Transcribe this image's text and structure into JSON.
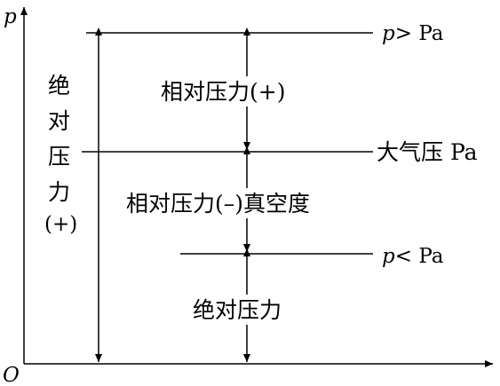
{
  "axes": {
    "y_label": "p",
    "origin_label": "O"
  },
  "levels": {
    "above_label_var": "p",
    "above_label_rest": "> Pa",
    "atmos_label": "大气压 Pa",
    "below_label_var": "p",
    "below_label_rest": "< Pa"
  },
  "regions": {
    "relative_positive": "相对压力(+)",
    "relative_negative_vacuum": "相对压力(–)真空度",
    "absolute_pressure": "绝对压力"
  },
  "side_label": {
    "chars": [
      "绝",
      "对",
      "压",
      "力"
    ],
    "sign": "(+)"
  }
}
